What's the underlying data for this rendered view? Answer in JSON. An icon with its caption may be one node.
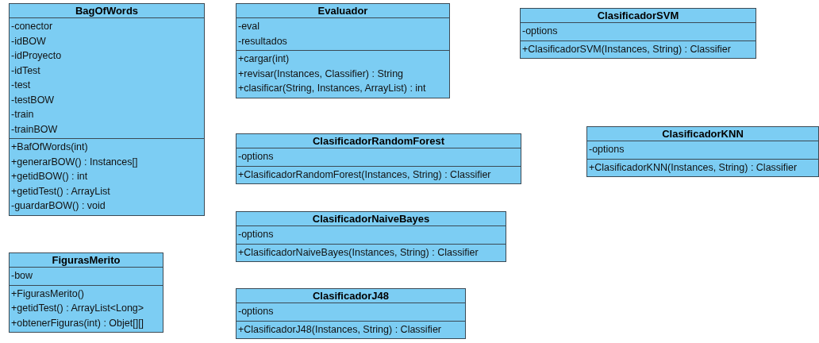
{
  "diagram": {
    "nodes": [
      {
        "text": [
          "BagOfWords"
        ]
      },
      {
        "text": [
          "-conector",
          "-idBOW",
          "-idProyecto",
          "-idTest",
          "-test",
          "-testBOW",
          "-train",
          "-trainBOW"
        ],
        "in": 0
      },
      {
        "text": [
          "+BafOfWords(int)",
          "+generarBOW() : Instances[]",
          "+getidBOW() : int",
          "+getidTest() : ArrayList",
          "-guardarBOW() : void"
        ],
        "in": 0
      },
      {
        "text": [
          "Evaluador"
        ]
      },
      {
        "text": [
          "-eval",
          "-resultados"
        ],
        "in": 3
      },
      {
        "text": [
          "+cargar(int)",
          "+revisar(Instances, Classifier) : String",
          "+clasificar(String, Instances, ArrayList) : int"
        ],
        "in": 3
      },
      {
        "text": [
          "ClasificadorSVM"
        ]
      },
      {
        "text": [
          "-options"
        ],
        "in": 6
      },
      {
        "text": [
          "+ClasificadorSVM(Instances, String) : Classifier"
        ],
        "in": 6
      },
      {
        "text": [
          "ClasificadorRandomForest"
        ]
      },
      {
        "text": [
          "-options"
        ],
        "in": 9
      },
      {
        "text": [
          "+ClasificadorRandomForest(Instances, String) : Classifier"
        ],
        "in": 9
      },
      {
        "text": [
          "ClasificadorKNN"
        ]
      },
      {
        "text": [
          "-options"
        ],
        "in": 12
      },
      {
        "text": [
          "+ClasificadorKNN(Instances, String) : Classifier"
        ],
        "in": 12
      },
      {
        "text": [
          "ClasificadorNaiveBayes"
        ]
      },
      {
        "text": [
          "-options"
        ],
        "in": 15
      },
      {
        "text": [
          "+ClasificadorNaiveBayes(Instances, String) : Classifier"
        ],
        "in": 15
      },
      {
        "text": [
          "FigurasMerito"
        ]
      },
      {
        "text": [
          "-bow"
        ],
        "in": 18
      },
      {
        "text": [
          "+FigurasMerito()",
          "+getidTest() : ArrayList<Long>",
          "+obtenerFiguras(int) : Objet[][]"
        ],
        "in": 18
      },
      {
        "text": [
          "ClasificadorJ48"
        ]
      },
      {
        "text": [
          "-options"
        ],
        "in": 21
      },
      {
        "text": [
          "+ClasificadorJ48(Instances, String) : Classifier"
        ],
        "in": 21
      }
    ],
    "edges": []
  }
}
